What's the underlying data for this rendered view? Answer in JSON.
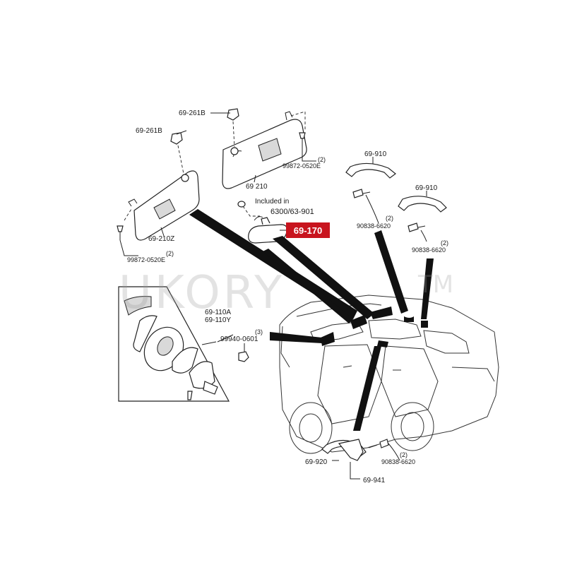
{
  "labels": {
    "visor_clip_top": "69-261B",
    "visor_clip_left": "69-261B",
    "visor_right": "69 210",
    "visor_left": "69-210Z",
    "screw_visor_right": "99872-0520E",
    "screw_visor_right_qty": "(2)",
    "screw_visor_left": "99872-0520E",
    "screw_visor_left_qty": "(2)",
    "included_line1": "Included in",
    "included_line2": "6300/63-901",
    "mirror_highlight": "69-170",
    "grip_front": "69-910",
    "grip_front2": "69-910",
    "screw_grip_front": "90838-6620",
    "screw_grip_front_qty": "(2)",
    "screw_grip_front2": "90838-6620",
    "screw_grip_front2_qty": "(2)",
    "map_lamp_a": "69-110A",
    "map_lamp_y": "69-110Y",
    "nut": "99940-0601",
    "nut_qty": "(3)",
    "grip_rear": "69-920",
    "grip_rear_cover": "69-941",
    "screw_grip_rear": "90838-6620",
    "screw_grip_rear_qty": "(2)"
  },
  "watermark": {
    "text": "UKORY",
    "tm": "TM"
  },
  "colors": {
    "highlight": "#c8141e",
    "ink": "#222222"
  }
}
